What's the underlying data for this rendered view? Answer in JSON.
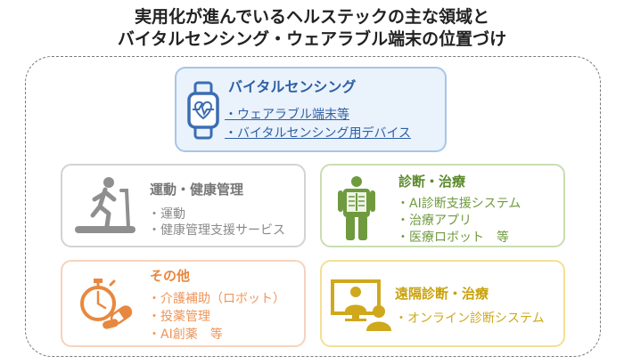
{
  "title": {
    "line1": "実用化が進んでいるヘルステックの主な領域と",
    "line2": "バイタルセンシング・ウェアラブル端末の位置づけ"
  },
  "vital": {
    "heading": "バイタルセンシング",
    "items": [
      "・ウェアラブル端末等",
      "・バイタルセンシング用デバイス"
    ],
    "icon": "smartwatch-heartbeat-icon"
  },
  "exercise": {
    "heading": "運動・健康管理",
    "items": [
      "・運動",
      "・健康管理支援サービス"
    ],
    "icon": "treadmill-runner-icon"
  },
  "diagnosis": {
    "heading": "診断・治療",
    "items": [
      "・AI診断支援システム",
      "・治療アプリ",
      "・医療ロボット　等"
    ],
    "icon": "xray-person-icon"
  },
  "other": {
    "heading": "その他",
    "items": [
      "・介護補助（ロボット）",
      "・投薬管理",
      "・AI創薬　等"
    ],
    "icon": "stopwatch-pills-icon"
  },
  "remote": {
    "heading": "遠隔診断・治療",
    "items": [
      "・オンライン診断システム"
    ],
    "icon": "monitor-doctor-icon"
  },
  "colors": {
    "vital": "#2e5fa3",
    "exercise": "#8a8a8a",
    "diagnosis": "#6f9a3e",
    "other": "#ee955a",
    "remote": "#cfa81c"
  }
}
